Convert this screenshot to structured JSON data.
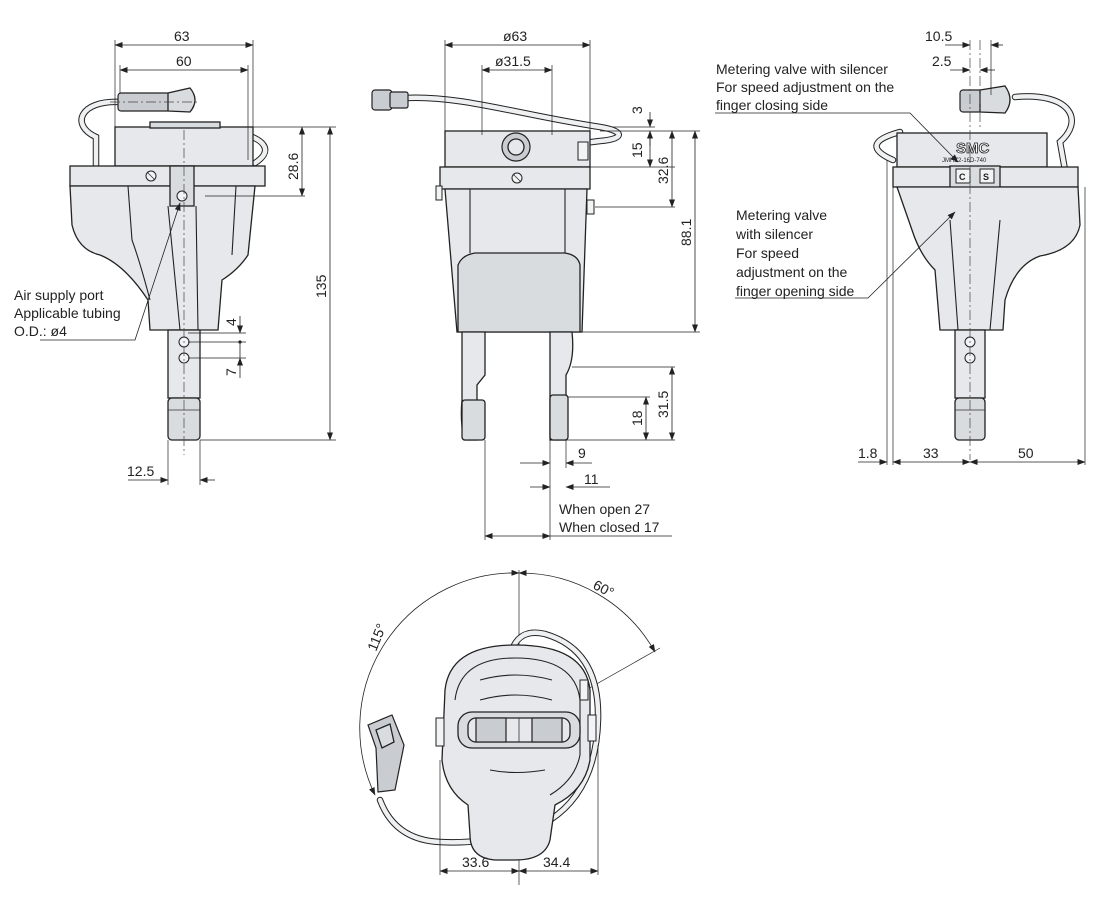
{
  "dimensions": {
    "front_width_outer": "63",
    "front_width_inner": "60",
    "front_top_height": "28.6",
    "front_total_height": "135",
    "front_port_pitch_top": "4",
    "front_port_pitch_bottom": "7",
    "front_offset": "12.5",
    "side_outer_diameter": "ø63",
    "side_inner_diameter": "ø31.5",
    "side_small_offset": "3",
    "side_valve_height": "15",
    "side_top_height": "32.6",
    "side_body_height": "88.1",
    "side_finger_height": "31.5",
    "side_finger_tip": "18",
    "side_finger_width": "9",
    "side_finger_gap": "11",
    "right_top_outer": "10.5",
    "right_top_inner": "2.5",
    "right_left_offset": "1.8",
    "right_left_width": "33",
    "right_right_width": "50",
    "bottom_angle_ccw": "115°",
    "bottom_angle_cw": "60°",
    "bottom_left_width": "33.6",
    "bottom_right_width": "34.4"
  },
  "annotations": {
    "air_supply_line1": "Air supply port",
    "air_supply_line2": "Applicable tubing",
    "air_supply_line3": "O.D.: ø4",
    "open_stroke": "When open 27",
    "closed_stroke": "When closed 17",
    "valve_closing_line1": "Metering valve with silencer",
    "valve_closing_line2": "For speed adjustment on the",
    "valve_closing_line3": "finger closing side",
    "valve_opening_line1": "Metering valve",
    "valve_opening_line2": "with silencer",
    "valve_opening_line3": "For speed",
    "valve_opening_line4": "adjustment on the",
    "valve_opening_line5": "finger opening side"
  },
  "markings": {
    "brand_logo": "SMC",
    "model_plate": "JMHZ2-16D-740",
    "knob_closing": "C",
    "knob_opening": "S"
  },
  "colors": {
    "line": "#222222",
    "body": "#e6e8eb",
    "background": "#ffffff"
  }
}
